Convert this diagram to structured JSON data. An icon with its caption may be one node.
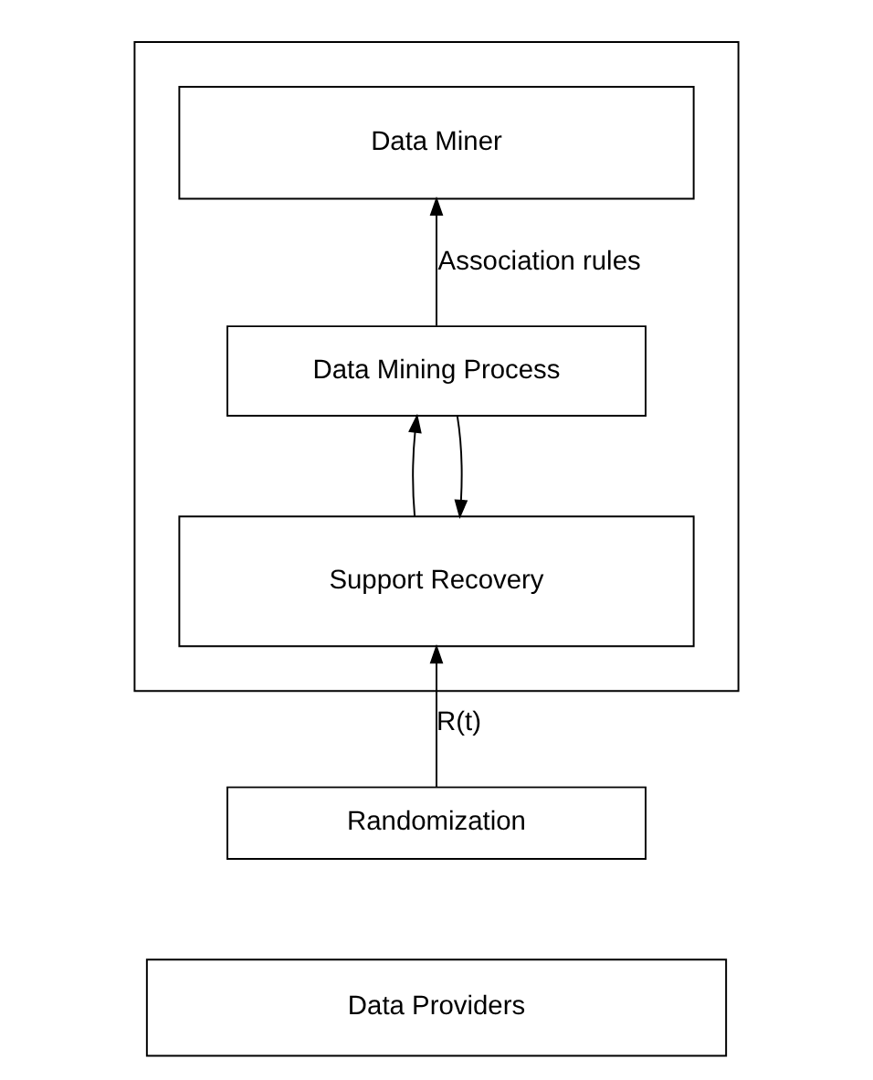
{
  "diagram": {
    "nodes": [
      {
        "text": [],
        "shape": "box"
      },
      {
        "text": [
          "Data Miner"
        ],
        "in": 0
      },
      {
        "text": [
          "Data Mining Process"
        ],
        "in": 0
      },
      {
        "text": [
          "Support Recovery"
        ],
        "in": 0
      },
      {
        "text": [
          "Randomization"
        ]
      },
      {
        "text": [
          "Data Providers"
        ]
      }
    ],
    "edges": [
      {
        "from": 2,
        "to": 1,
        "arrow": "to",
        "label": "Association rules"
      },
      {
        "from": 3,
        "to": 2,
        "arrow": "to"
      },
      {
        "from": 2,
        "to": 3,
        "arrow": "to"
      },
      {
        "from": 4,
        "to": 3,
        "arrow": "to",
        "label": "R(t)"
      }
    ]
  }
}
